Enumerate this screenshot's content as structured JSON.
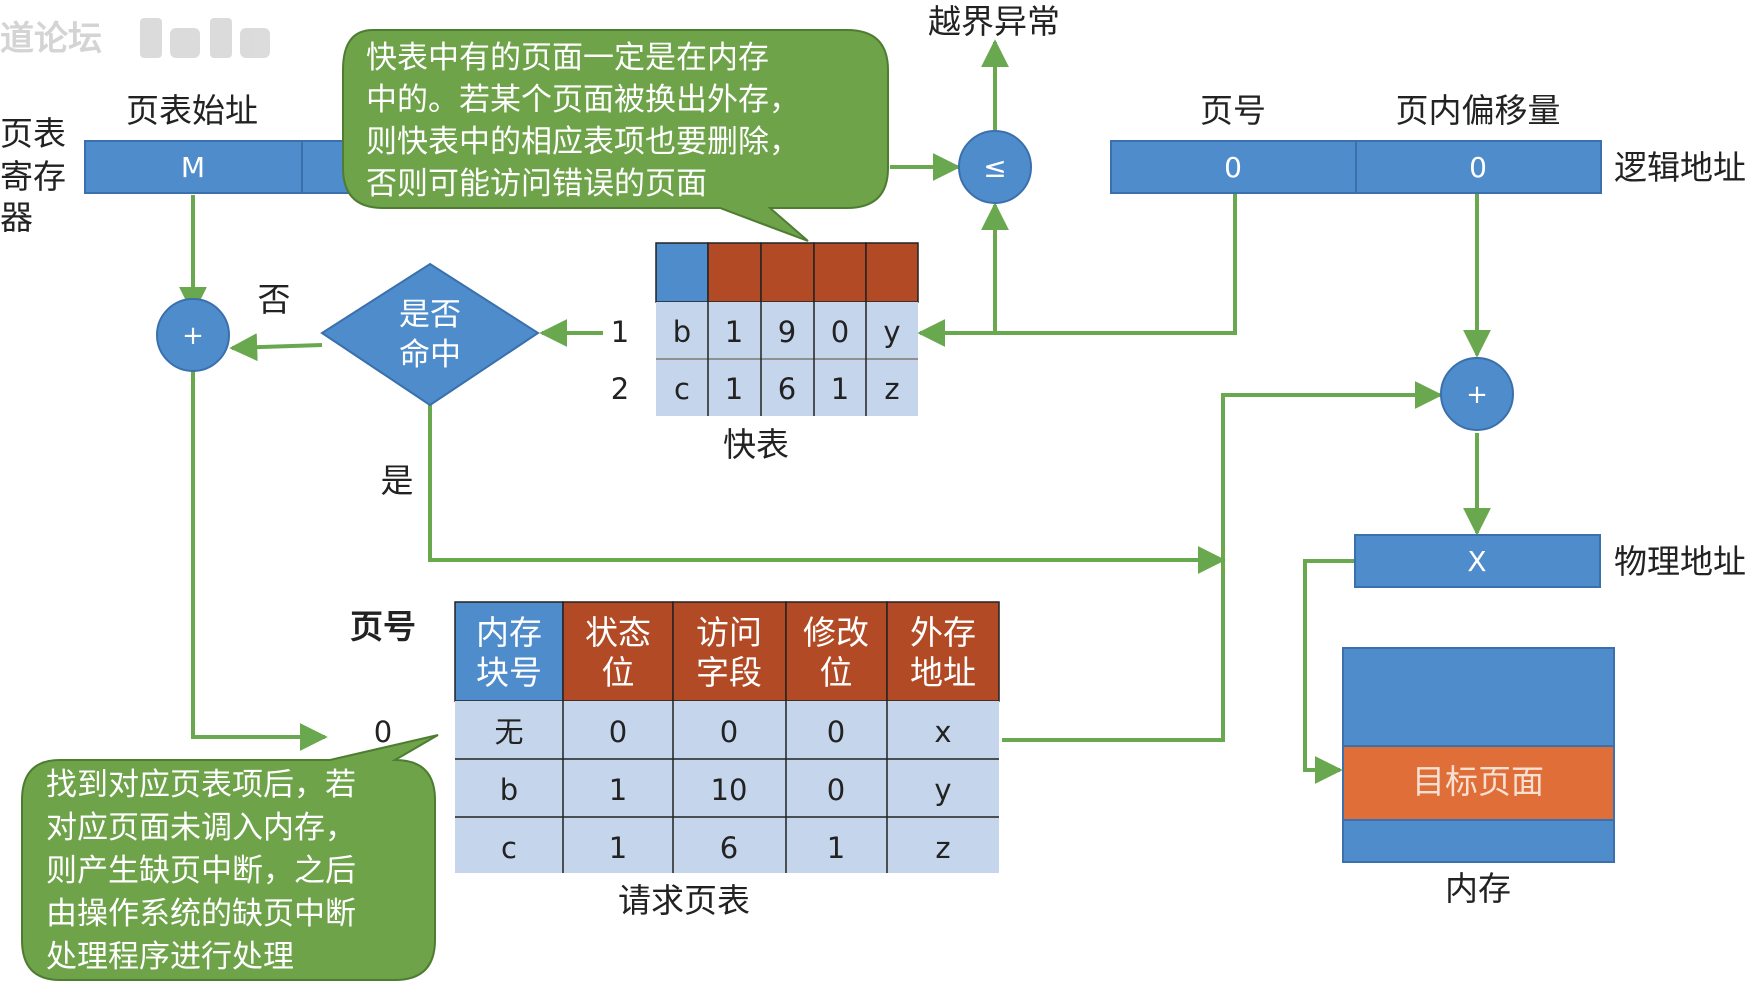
{
  "colors": {
    "blue": "#4f8ccc",
    "blue_stroke": "#3a70ac",
    "brown": "#b24a26",
    "orange": "#e06e38",
    "light_blue": "#c5d6ec",
    "green_bubble": "#6ea34a",
    "green_arrow": "#6aa84f",
    "cell_line": "#222222"
  },
  "watermark": "道论坛",
  "page_table_register": {
    "label_lines": [
      "页表",
      "寄存",
      "器"
    ],
    "start_label": "页表始址",
    "start_value": "M"
  },
  "bubble_top": {
    "lines": [
      "快表中有的页面一定是在内存",
      "中的。若某个页面被换出外存，",
      "则快表中的相应表项也要删除，",
      "否则可能访问错误的页面"
    ]
  },
  "bubble_bottom": {
    "lines": [
      "找到对应页表项后，若",
      "对应页面未调入内存，",
      "则产生缺页中断，之后",
      "由操作系统的缺页中断",
      "处理程序进行处理"
    ]
  },
  "overflow_label": "越界异常",
  "compare_symbol": "≤",
  "logical_address": {
    "page_label": "页号",
    "offset_label": "页内偏移量",
    "page_value": "0",
    "offset_value": "0",
    "label": "逻辑地址"
  },
  "adder_symbol": "+",
  "decision": {
    "lines": [
      "是否",
      "命中"
    ],
    "no_label": "否",
    "yes_label": "是"
  },
  "tlb": {
    "title": "快表",
    "row_numbers": [
      "1",
      "2"
    ],
    "rows": [
      [
        "b",
        "1",
        "9",
        "0",
        "y"
      ],
      [
        "c",
        "1",
        "6",
        "1",
        "z"
      ]
    ]
  },
  "physical_address": {
    "value": "X",
    "label": "物理地址"
  },
  "memory": {
    "target_label": "目标页面",
    "title": "内存"
  },
  "page_table": {
    "page_num_label": "页号",
    "page_num_value": "0",
    "title": "请求页表",
    "headers": [
      [
        "内存",
        "块号"
      ],
      [
        "状态",
        "位"
      ],
      [
        "访问",
        "字段"
      ],
      [
        "修改",
        "位"
      ],
      [
        "外存",
        "地址"
      ]
    ],
    "rows": [
      [
        "无",
        "0",
        "0",
        "0",
        "x"
      ],
      [
        "b",
        "1",
        "10",
        "0",
        "y"
      ],
      [
        "c",
        "1",
        "6",
        "1",
        "z"
      ]
    ]
  }
}
